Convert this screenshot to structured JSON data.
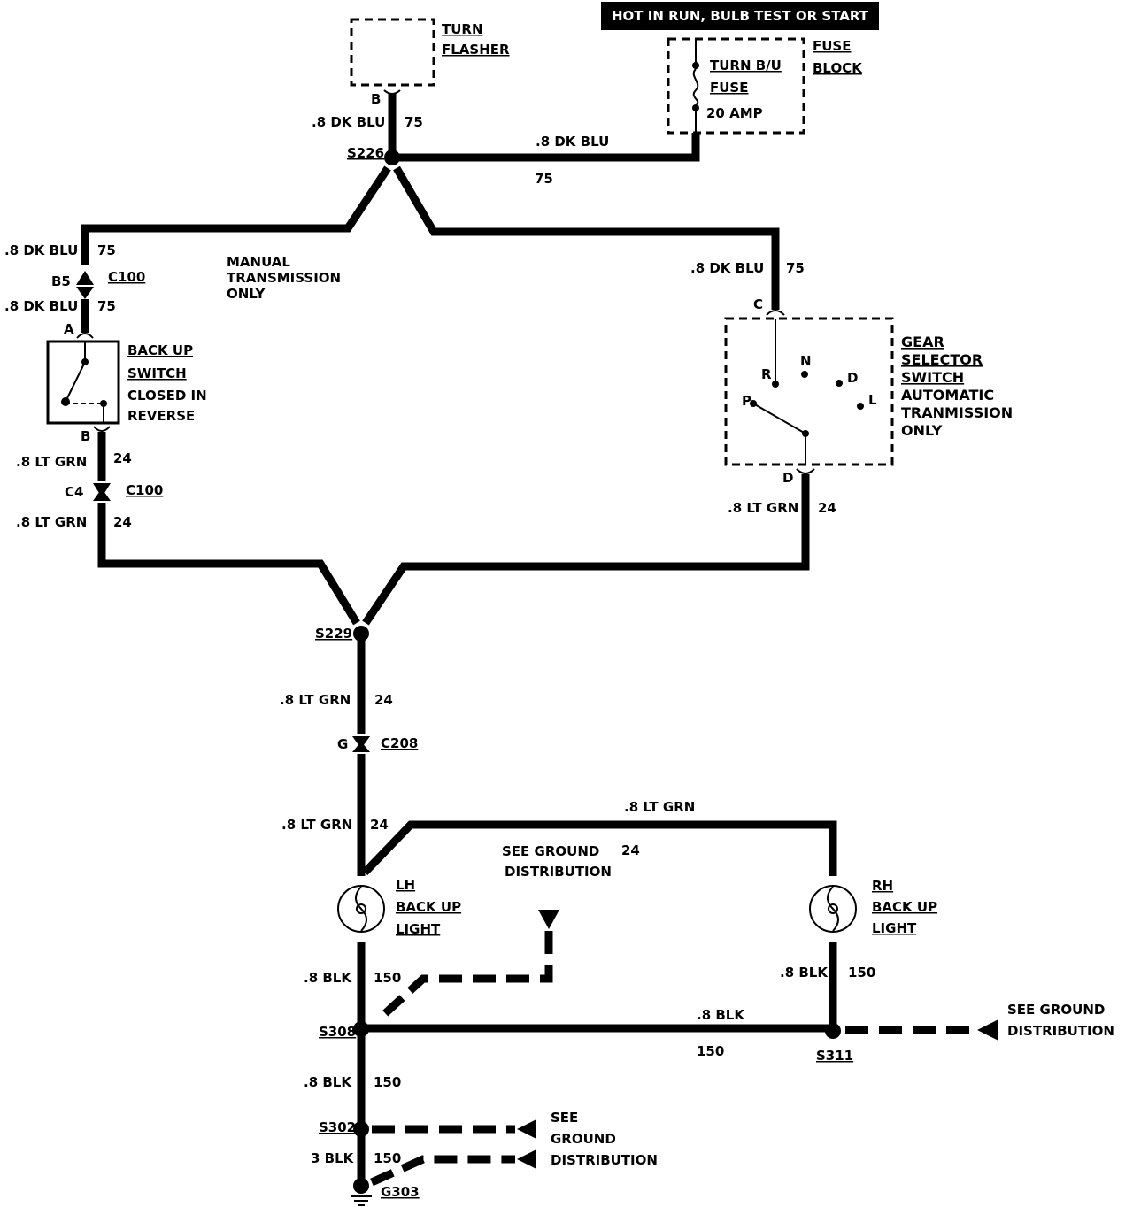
{
  "header_banner": "HOT IN RUN, BULB TEST OR START",
  "fuse_block": {
    "label_1": "FUSE",
    "label_2": "BLOCK",
    "fuse_name_1": "TURN B/U",
    "fuse_name_2": "FUSE",
    "rating": "20 AMP"
  },
  "turn_flasher": {
    "label_1": "TURN",
    "label_2": "FLASHER",
    "pin": "B"
  },
  "wires": {
    "dk_blu": ".8 DK BLU",
    "circuit_75": "75",
    "lt_grn": ".8 LT GRN",
    "circuit_24": "24",
    "blk": ".8 BLK",
    "circuit_150": "150",
    "blk_3": "3 BLK"
  },
  "splices": {
    "s226": "S226",
    "s229": "S229",
    "s308": "S308",
    "s311": "S311",
    "s302": "S302",
    "g303": "G303"
  },
  "connectors": {
    "c100": "C100",
    "c208": "C208",
    "pin_b5": "B5",
    "pin_a": "A",
    "pin_b": "B",
    "pin_c4": "C4",
    "pin_c": "C",
    "pin_d": "D",
    "pin_g": "G"
  },
  "manual_note": [
    "MANUAL",
    "TRANSMISSION",
    "ONLY"
  ],
  "backup_switch": [
    "BACK UP",
    "SWITCH",
    "CLOSED IN",
    "REVERSE"
  ],
  "gear_selector": [
    "GEAR",
    "SELECTOR",
    "SWITCH",
    "AUTOMATIC",
    "TRANMISSION",
    "ONLY"
  ],
  "gear_positions": {
    "r": "R",
    "n": "N",
    "d": "D",
    "l": "L",
    "p": "P"
  },
  "lh_light": [
    "LH",
    "BACK UP",
    "LIGHT"
  ],
  "rh_light": [
    "RH",
    "BACK UP",
    "LIGHT"
  ],
  "see_ground_1": [
    "SEE GROUND",
    "DISTRIBUTION"
  ],
  "see_ground_2": [
    "SEE GROUND",
    "DISTRIBUTION"
  ],
  "see_ground_3": [
    "SEE",
    "GROUND",
    "DISTRIBUTION"
  ]
}
